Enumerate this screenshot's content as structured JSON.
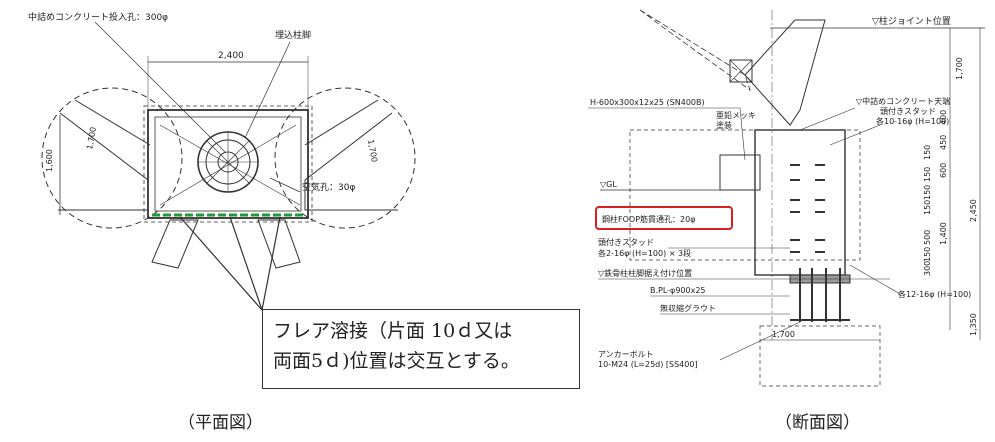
{
  "plan": {
    "caption": "（平面図）",
    "label_concrete_hole": "中詰めコンクリート投入孔：300φ",
    "label_embedded_base": "埋込柱脚",
    "dim_width": "2,400",
    "dim_height_left": "1,600",
    "dim_diag_left": "1,700",
    "dim_diag_right": "1,700",
    "label_air_hole": "空気孔：30φ"
  },
  "callout": {
    "line1": "フレア溶接（片面 10ｄ又は",
    "line2": "両面5ｄ)位置は交互とする。"
  },
  "section": {
    "caption": "（断面図）",
    "label_column_joint": "▽柱ジョイント位置",
    "label_hbeam": "H-600x300x12x25 (SN400B)",
    "label_galvanized_1": "亜鉛メッキ",
    "label_galvanized_2": "塗装",
    "label_concrete_top": "▽中詰めコンクリート天端",
    "label_stud_top_1": "頭付きスタッド",
    "label_stud_top_2": "各10-16φ (H=100)",
    "label_gl": "▽GL",
    "label_hoop_hole": "鋼柱FOOP筋貫通孔：20φ",
    "label_stud_mid_1": "頭付きスタッド",
    "label_stud_mid_2": "各2-16φ (H=100) × 3段",
    "label_base_set": "▽鉄骨柱柱脚据え付け位置",
    "label_bpl": "B.PL-φ900x25",
    "label_grout": "無収縮グラウト",
    "label_stud_bottom": "各12-16φ (H=100)",
    "label_anchor_1": "アンカーボルト",
    "label_anchor_2": "10-M24 (L=25d) [SS400]",
    "dim_bottom": "1,700",
    "dims_right": [
      "1,700",
      "400",
      "450",
      "150",
      "150",
      "600",
      "150",
      "150",
      "500",
      "1,400",
      "150",
      "300",
      "2,450",
      "1,350"
    ]
  }
}
